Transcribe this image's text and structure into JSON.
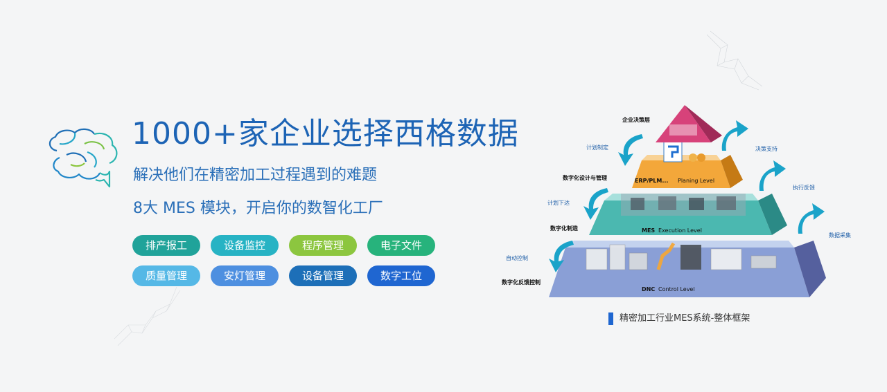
{
  "hero": {
    "headline": "1000+家企业选择西格数据",
    "subtitle_1": "解决他们在精密加工过程遇到的难题",
    "subtitle_2": "8大 MES 模块，开启你的数智化工厂"
  },
  "modules": [
    {
      "label": "排产报工",
      "color": "#20a39a"
    },
    {
      "label": "设备监控",
      "color": "#27b3c4"
    },
    {
      "label": "程序管理",
      "color": "#8cc63f"
    },
    {
      "label": "电子文件",
      "color": "#27b37c"
    },
    {
      "label": "质量管理",
      "color": "#55b8e6"
    },
    {
      "label": "安灯管理",
      "color": "#4d8fe0"
    },
    {
      "label": "设备管理",
      "color": "#1d6fb8"
    },
    {
      "label": "数字工位",
      "color": "#1f66d1"
    }
  ],
  "pyramid": {
    "levels": {
      "top": "企业决策层",
      "erp": "ERP/PLM...",
      "erp_level": "Planing   Level",
      "mes": "MES",
      "mes_level": "Execution   Level",
      "dnc": "DNC",
      "dnc_level": "Control   Level"
    },
    "left_labels": {
      "plan": "计划制定",
      "design": "数字化设计与管理",
      "dispatch": "计划下达",
      "manufacture": "数字化制造",
      "auto": "自动控制",
      "feedback_ctrl": "数字化反馈控制"
    },
    "right_labels": {
      "decision": "决策支持",
      "exec": "执行反馈",
      "collect": "数据采集"
    },
    "caption": "精密加工行业MES系统-整体框架",
    "colors": {
      "top": "#d7427a",
      "erp": "#f3a73a",
      "mes": "#4bb8b0",
      "dnc": "#8a9fd6",
      "arrow": "#1aa3c9"
    }
  }
}
